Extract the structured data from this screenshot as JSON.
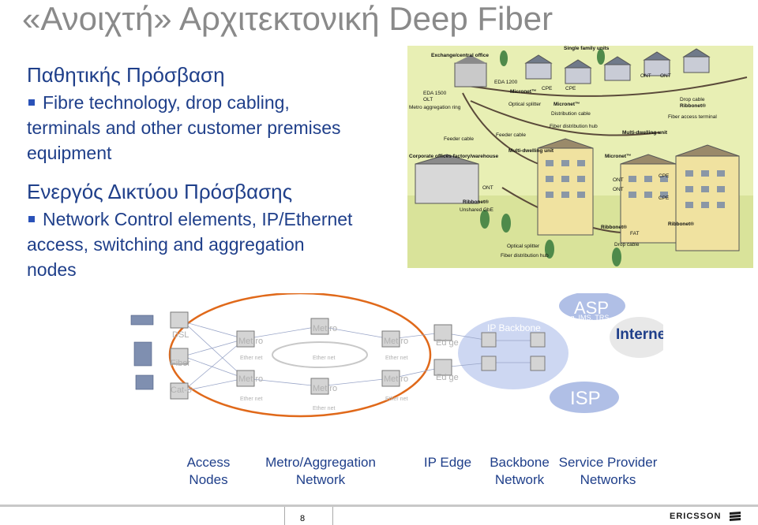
{
  "title": "«Ανοιχτή» Αρχιτεκτονική Deep Fiber",
  "passive": {
    "heading": "Παθητικής Πρόσβαση",
    "lines": [
      "Fibre technology, drop cabling,",
      "terminals and other customer premises",
      "equipment"
    ]
  },
  "active": {
    "heading": "Ενεργός Δικτύου Πρόσβασης",
    "lines": [
      "Network Control elements, IP/Ethernet",
      "access, switching and aggregation",
      "nodes"
    ]
  },
  "illustration": {
    "exchange": "Exchange/central office",
    "single_family": "Single family units",
    "eda1500": "EDA 1500",
    "olt": "OLT",
    "eda1200": "EDA 1200",
    "micronet": "Micronet™",
    "cpe": "CPE",
    "ont": "ONT",
    "metro_ring": "Metro aggregation ring",
    "optical_splitter": "Optical splitter",
    "distribution_cable": "Distribution cable",
    "drop_cable": "Drop cable",
    "ribbonet": "Ribbonet®",
    "fiber_access_terminal": "Fiber access terminal",
    "feeder_cable": "Feeder cable",
    "fiber_hub": "Fiber distribution hub",
    "multi_dwelling": "Multi-dwelling unit",
    "corporate": "Corporate offices factory/warehouse",
    "unshared_gbe": "Unshared GbE",
    "fat": "FAT",
    "fiber_hub_bottom": "Fiber distribution hub",
    "optical_splitter_bottom": "Optical splitter",
    "drop_cable_bottom": "Drop cable"
  },
  "network": {
    "dsl": "DSL",
    "fiber": "Fiber",
    "cat6": "Cat-6",
    "metro_a": "Met ro",
    "metro_b": "Met ro",
    "metro_sub": "Ether net",
    "ip_backbone": "IP Backbone",
    "asp": "ASP",
    "asp_sub": "e.g. IMS, TRS",
    "internet": "Internet",
    "isp": "ISP",
    "edge": "Ed ge"
  },
  "columns": [
    "Access\nNodes",
    "Metro/Aggregation\nNetwork",
    "IP Edge",
    "Backbone\nNetwork",
    "Service Provider\nNetworks"
  ],
  "page_number": "8",
  "logo_text": "ERICSSON"
}
